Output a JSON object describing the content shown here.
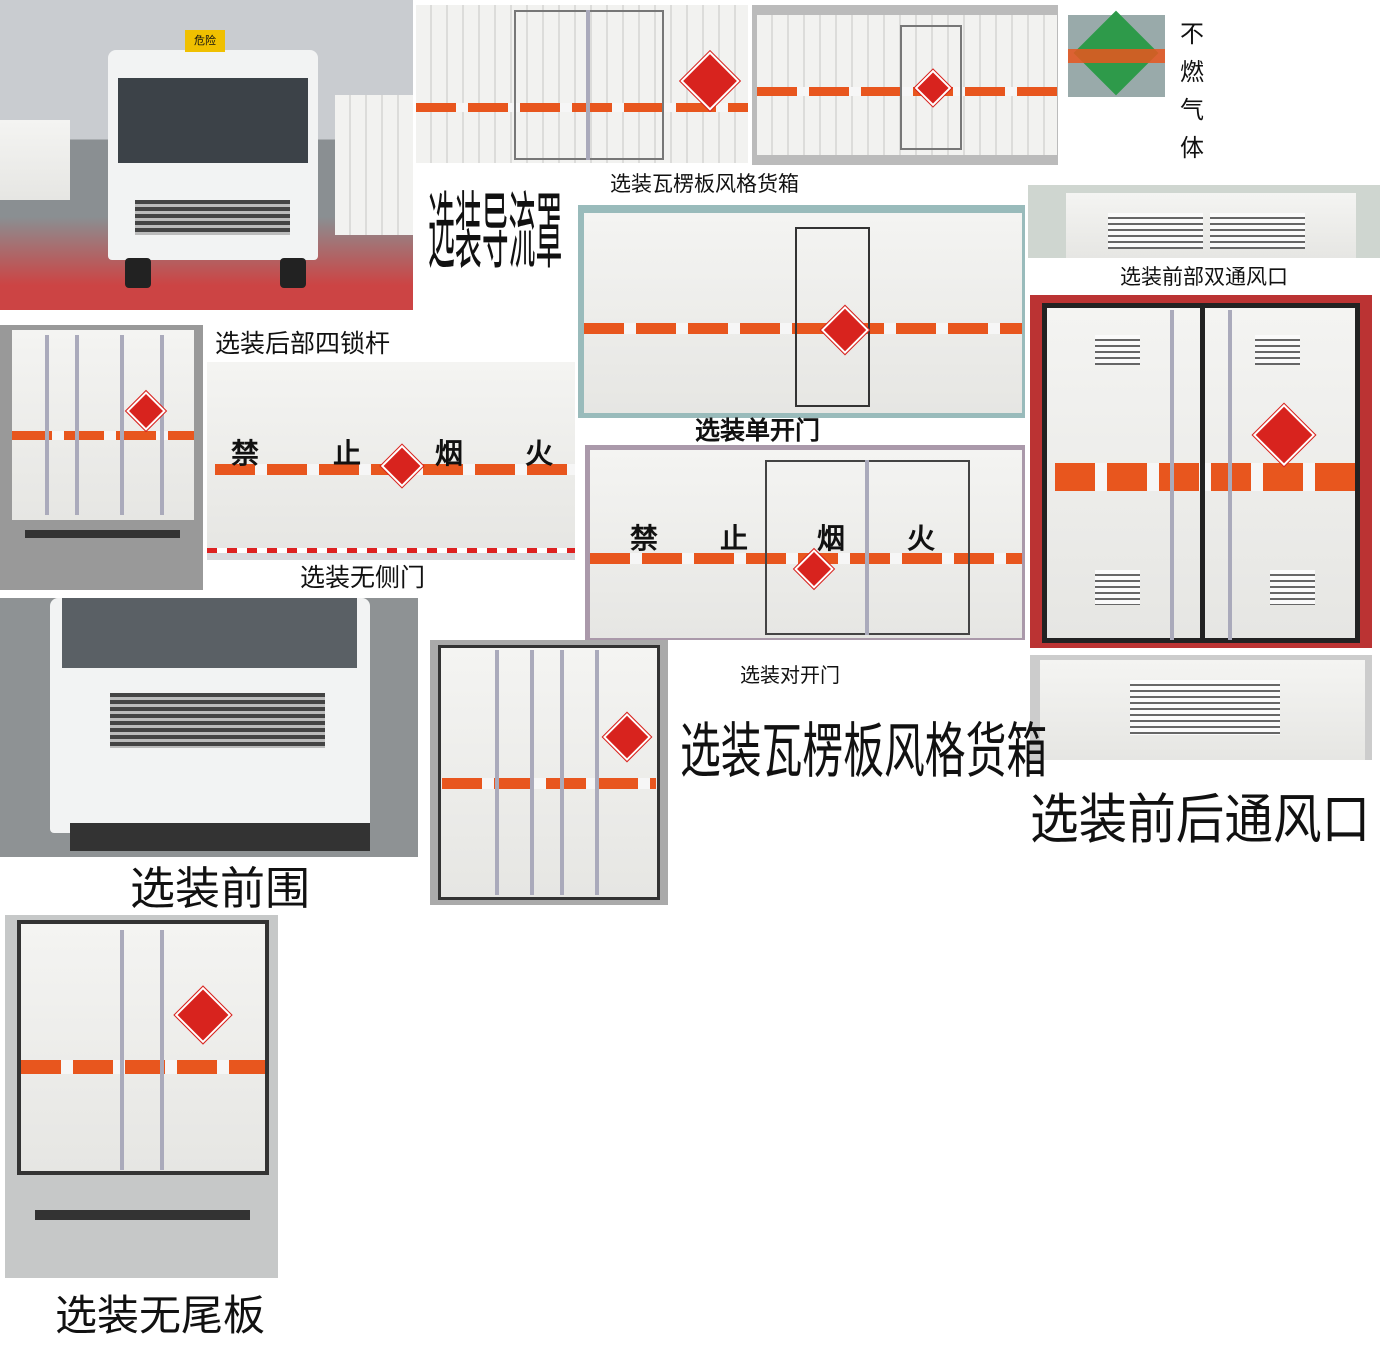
{
  "captions": {
    "corrugated_small": "选装瓦楞板风格货箱",
    "deflector": "选装导流罩",
    "front_double_vent": "选装前部双通风口",
    "rear_four_lock": "选装后部四锁杆",
    "single_door": "选装单开门",
    "no_side_door": "选装无侧门",
    "double_door": "选装对开门",
    "corrugated_large": "选装瓦楞板风格货箱",
    "front_rear_vent": "选装前后通风口",
    "front_bumper": "选装前围",
    "no_tailgate": "选装无尾板"
  },
  "hazard_label": {
    "chars": [
      "不",
      "燃",
      "气",
      "体"
    ],
    "sign_color": "#2e9a4a"
  },
  "side_warning": [
    "禁",
    "止",
    "烟",
    "火"
  ],
  "roof_sign": "危险",
  "colors": {
    "stripe": "#e8561e",
    "hazard_diamond": "#d8231e"
  }
}
